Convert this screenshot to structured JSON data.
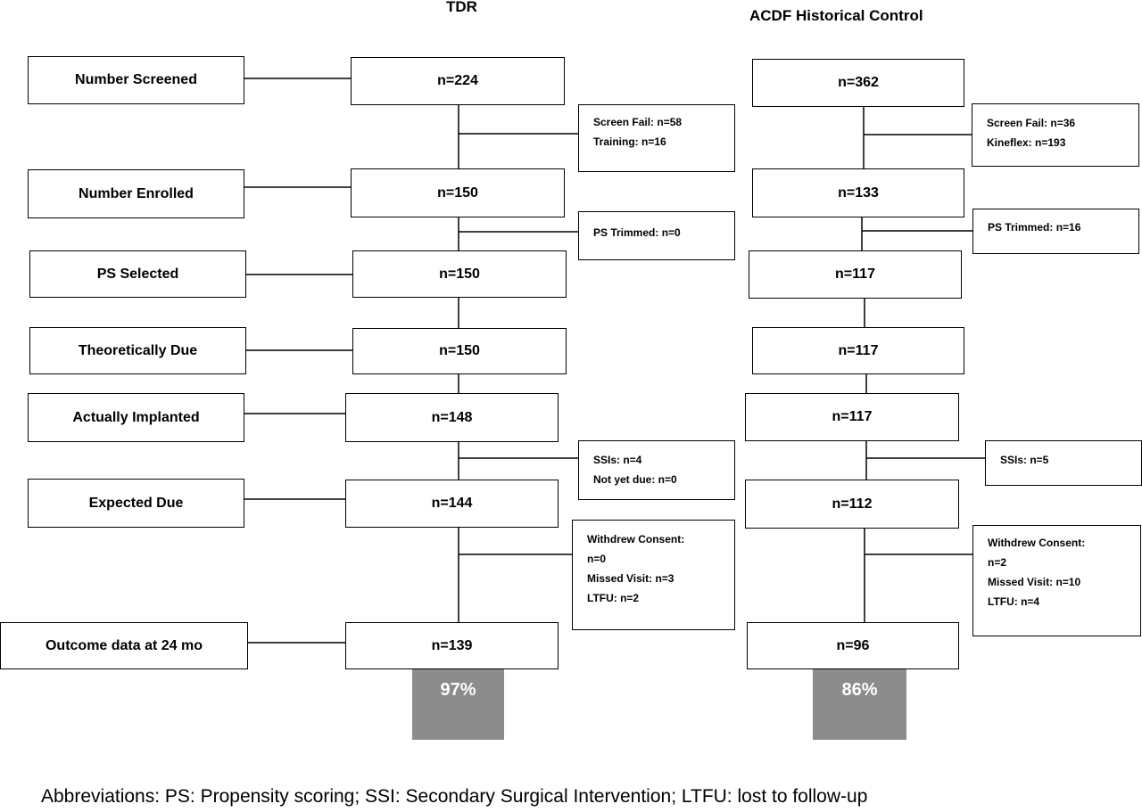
{
  "headers": {
    "tdr": "TDR",
    "acdf": "ACDF Historical  Control"
  },
  "labels": {
    "screened": "Number Screened",
    "enrolled": "Number Enrolled",
    "ps_selected": "PS Selected",
    "theoretically_due": "Theoretically Due",
    "implanted": "Actually Implanted",
    "expected_due": "Expected Due",
    "outcome": "Outcome data at 24 mo"
  },
  "tdr": {
    "screened": "n=224",
    "enrolled": "n=150",
    "ps_selected": "n=150",
    "theoretically_due": "n=150",
    "implanted": "n=148",
    "expected_due": "n=144",
    "outcome": "n=139",
    "percent": "97%",
    "excl_screen": [
      "Screen Fail:  n=58",
      "Training:  n=16"
    ],
    "excl_ps": [
      "PS Trimmed:  n=0"
    ],
    "excl_implant": [
      "SSIs:  n=4",
      "Not yet due: n=0"
    ],
    "excl_due": [
      "Withdrew  Consent:",
      "n=0",
      "Missed Visit:  n=3",
      "LTFU:  n=2"
    ]
  },
  "acdf": {
    "screened": "n=362",
    "enrolled": "n=133",
    "ps_selected": "n=117",
    "theoretically_due": "n=117",
    "implanted": "n=117",
    "expected_due": "n=112",
    "outcome": "n=96",
    "percent": "86%",
    "excl_screen": [
      "Screen Fail:  n=36",
      "Kineflex: n=193"
    ],
    "excl_ps": [
      "PS Trimmed:  n=16"
    ],
    "excl_implant": [
      "SSIs:  n=5"
    ],
    "excl_due": [
      "Withdrew  Consent:",
      "n=2",
      "Missed Visit: n=10",
      "LTFU:  n=4"
    ]
  },
  "footer": "Abbreviations: PS: Propensity scoring; SSI: Secondary Surgical Intervention; LTFU: lost to follow-up"
}
